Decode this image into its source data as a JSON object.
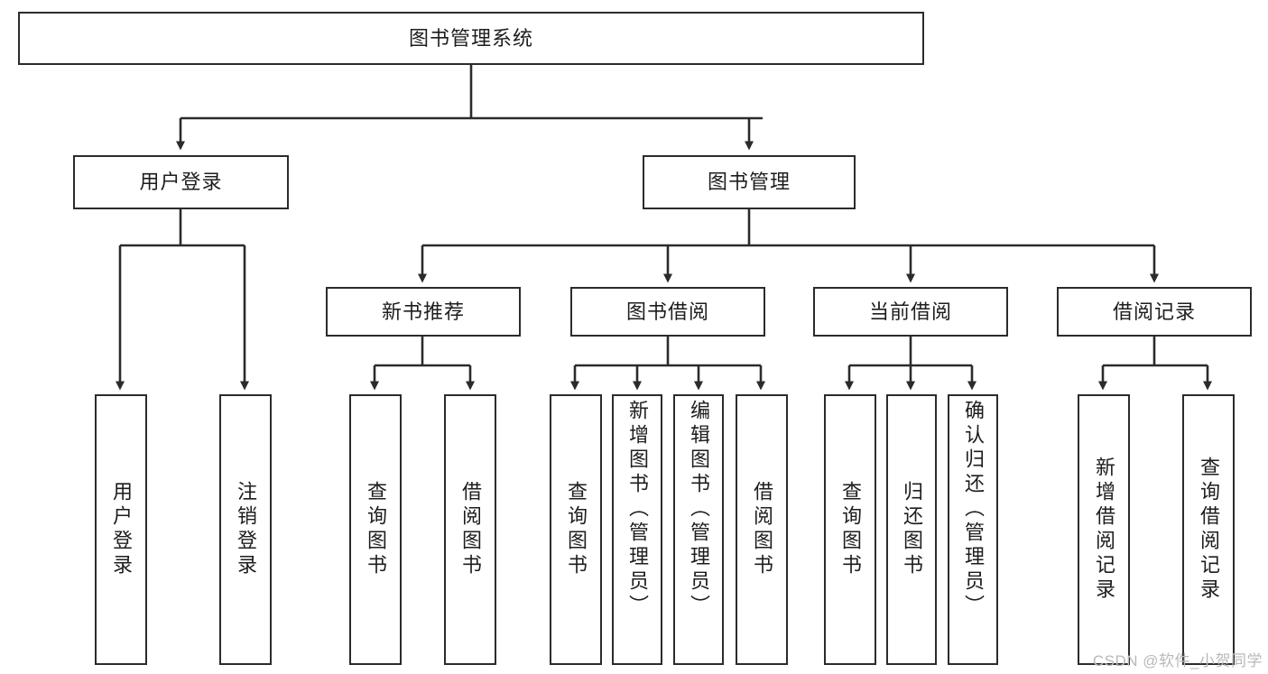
{
  "diagram": {
    "type": "tree-hierarchy-flowchart",
    "title": "图书管理系统",
    "levels": {
      "level1": [
        {
          "id": "root",
          "label": "图书管理系统",
          "orientation": "horizontal"
        }
      ],
      "level2": [
        {
          "id": "user-login",
          "label": "用户登录",
          "orientation": "horizontal"
        },
        {
          "id": "book-manage",
          "label": "图书管理",
          "orientation": "horizontal"
        }
      ],
      "level3": [
        {
          "id": "new-book-rec",
          "label": "新书推荐",
          "orientation": "horizontal"
        },
        {
          "id": "book-borrow",
          "label": "图书借阅",
          "orientation": "horizontal"
        },
        {
          "id": "current-borrow",
          "label": "当前借阅",
          "orientation": "horizontal"
        },
        {
          "id": "borrow-record",
          "label": "借阅记录",
          "orientation": "horizontal"
        }
      ],
      "level4": [
        {
          "id": "leaf-user-login",
          "label": "用户登录",
          "parent": "user-login",
          "orientation": "vertical"
        },
        {
          "id": "leaf-logout",
          "label": "注销登录",
          "parent": "user-login",
          "orientation": "vertical"
        },
        {
          "id": "leaf-query-book-1",
          "label": "查询图书",
          "parent": "new-book-rec",
          "orientation": "vertical"
        },
        {
          "id": "leaf-borrow-book-1",
          "label": "借阅图书",
          "parent": "new-book-rec",
          "orientation": "vertical"
        },
        {
          "id": "leaf-query-book-2",
          "label": "查询图书",
          "parent": "book-borrow",
          "orientation": "vertical"
        },
        {
          "id": "leaf-add-book",
          "label": "新增图书（管理员）",
          "parent": "book-borrow",
          "orientation": "vertical"
        },
        {
          "id": "leaf-edit-book",
          "label": "编辑图书（管理员）",
          "parent": "book-borrow",
          "orientation": "vertical"
        },
        {
          "id": "leaf-borrow-book-2",
          "label": "借阅图书",
          "parent": "book-borrow",
          "orientation": "vertical"
        },
        {
          "id": "leaf-query-book-3",
          "label": "查询图书",
          "parent": "current-borrow",
          "orientation": "vertical"
        },
        {
          "id": "leaf-return-book",
          "label": "归还图书",
          "parent": "current-borrow",
          "orientation": "vertical"
        },
        {
          "id": "leaf-confirm-return",
          "label": "确认归还（管理员）",
          "parent": "current-borrow",
          "orientation": "vertical"
        },
        {
          "id": "leaf-add-record",
          "label": "新增借阅记录",
          "parent": "borrow-record",
          "orientation": "vertical"
        },
        {
          "id": "leaf-query-record",
          "label": "查询借阅记录",
          "parent": "borrow-record",
          "orientation": "vertical"
        }
      ]
    },
    "colors": {
      "border": "#2b2b2b",
      "background": "#ffffff",
      "text": "#1d1d1d",
      "connector": "#2b2b2b",
      "watermark": "#b9b9b9"
    }
  },
  "watermark": {
    "text": "CSDN @软件_小贺同学"
  }
}
